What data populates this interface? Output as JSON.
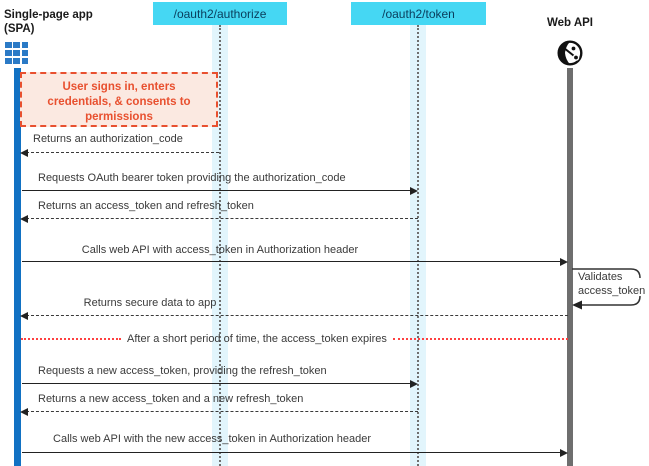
{
  "diagram": {
    "title_hint": "OAuth2 implicit/auth-code flow sequence for a single-page app",
    "colors": {
      "endpoint_bg": "#45D7F3",
      "endpoint_text": "#0A3D5C",
      "lifeline_band": "#E2F5FC",
      "spa_activation_bar": "#1171C3",
      "webapi_activation_bar": "#6E6E6E",
      "note_border": "#E8502F",
      "note_bg": "#FBE9E1",
      "note_text": "#E8502F",
      "expiry_line": "#FF4040",
      "app_icon_blue": "#2B7AC6"
    },
    "actors": {
      "spa": {
        "name": "Single-page app",
        "subname": "(SPA)",
        "icon": "app-grid-icon"
      },
      "authorize_endpoint": {
        "label": "/oauth2/authorize"
      },
      "token_endpoint": {
        "label": "/oauth2/token"
      },
      "web_api": {
        "label": "Web API",
        "icon": "globe-network-icon"
      }
    },
    "note": {
      "text": "User signs in, enters credentials, & consents to permissions"
    },
    "messages": [
      {
        "text": "Returns an authorization_code",
        "from": "oauth2-authorize",
        "to": "spa",
        "line": "dashed"
      },
      {
        "text": "Requests OAuth bearer token providing the authorization_code",
        "from": "spa",
        "to": "oauth2-token",
        "line": "solid"
      },
      {
        "text": "Returns an access_token and refresh_token",
        "from": "oauth2-token",
        "to": "spa",
        "line": "dashed"
      },
      {
        "text": "Calls web API with access_token in Authorization header",
        "from": "spa",
        "to": "web-api",
        "line": "solid"
      },
      {
        "text": "Validates access_token",
        "from": "web-api",
        "to": "web-api",
        "line": "self"
      },
      {
        "text": "Returns secure data to app",
        "from": "web-api",
        "to": "spa",
        "line": "dashed"
      },
      {
        "text": "After a short period of time, the access_token expires",
        "from": "spa",
        "to": "web-api",
        "line": "red-dotted-divider"
      },
      {
        "text": "Requests a new access_token, providing the refresh_token",
        "from": "spa",
        "to": "oauth2-token",
        "line": "solid"
      },
      {
        "text": "Returns a new access_token and a new refresh_token",
        "from": "oauth2-token",
        "to": "spa",
        "line": "dashed"
      },
      {
        "text": "Calls web API with the new access_token in Authorization header",
        "from": "spa",
        "to": "web-api",
        "line": "solid"
      }
    ]
  }
}
